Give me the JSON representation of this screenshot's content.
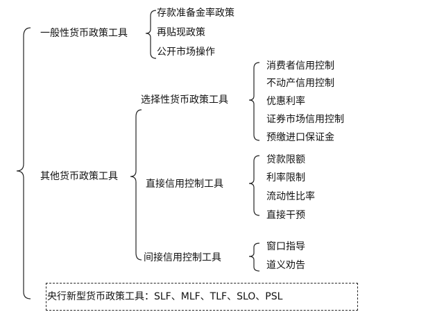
{
  "level1": {
    "general": "一般性货币政策工具",
    "other": "其他货币政策工具"
  },
  "general_items": [
    "存款准备金率政策",
    "再贴现政策",
    "公开市场操作"
  ],
  "other_groups": [
    {
      "label": "选择性货币政策工具",
      "items": [
        "消费者信用控制",
        "不动产信用控制",
        "优惠利率",
        "证券市场信用控制",
        "预缴进口保证金"
      ]
    },
    {
      "label": "直接信用控制工具",
      "items": [
        "贷款限额",
        "利率限制",
        "流动性比率",
        "直接干预"
      ]
    },
    {
      "label": "间接信用控制工具",
      "items": [
        "窗口指导",
        "道义劝告"
      ]
    }
  ],
  "new_tools": "央行新型货币政策工具：SLF、MLF、TLF、SLO、PSL"
}
